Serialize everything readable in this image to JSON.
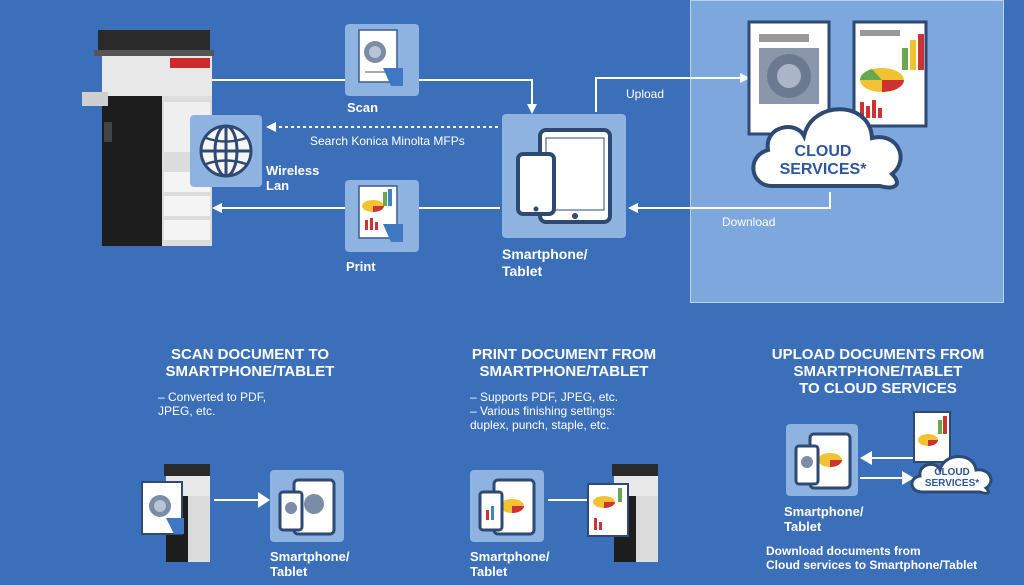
{
  "colors": {
    "background": "#3c6fba",
    "panel": "#7ea7dd",
    "tile": "#8fb3e0",
    "line": "#ffffff"
  },
  "top_diagram": {
    "scan_label": "Scan",
    "search_label": "Search Konica Minolta MFPs",
    "wireless_label_1": "Wireless",
    "wireless_label_2": "Lan",
    "print_label": "Print",
    "device_label_1": "Smartphone/",
    "device_label_2": "Tablet",
    "upload_label": "Upload",
    "download_label": "Download",
    "cloud_label_1": "CLOUD",
    "cloud_label_2": "SERVICES*",
    "icons": [
      "mfp-printer-icon",
      "globe-icon",
      "tablet-icon",
      "cloud-icon",
      "document-icon"
    ]
  },
  "sections": [
    {
      "heading_1": "SCAN DOCUMENT TO",
      "heading_2": "SMARTPHONE/TABLET",
      "bullets": [
        "– Converted to PDF,",
        "   JPEG, etc."
      ],
      "device_label_1": "Smartphone/",
      "device_label_2": "Tablet"
    },
    {
      "heading_1": "PRINT DOCUMENT FROM",
      "heading_2": "SMARTPHONE/TABLET",
      "bullets": [
        "– Supports PDF, JPEG, etc.",
        "– Various finishing settings:",
        "   duplex, punch, staple, etc."
      ],
      "device_label_1": "Smartphone/",
      "device_label_2": "Tablet"
    },
    {
      "heading_1": "UPLOAD DOCUMENTS FROM",
      "heading_2": "SMARTPHONE/TABLET",
      "heading_3": "TO CLOUD SERVICES",
      "device_label_1": "Smartphone/",
      "device_label_2": "Tablet",
      "cloud_label_1": "CLOUD",
      "cloud_label_2": "SERVICES*",
      "footer_1": "Download documents from",
      "footer_2": "Cloud services to Smartphone/Tablet"
    }
  ]
}
